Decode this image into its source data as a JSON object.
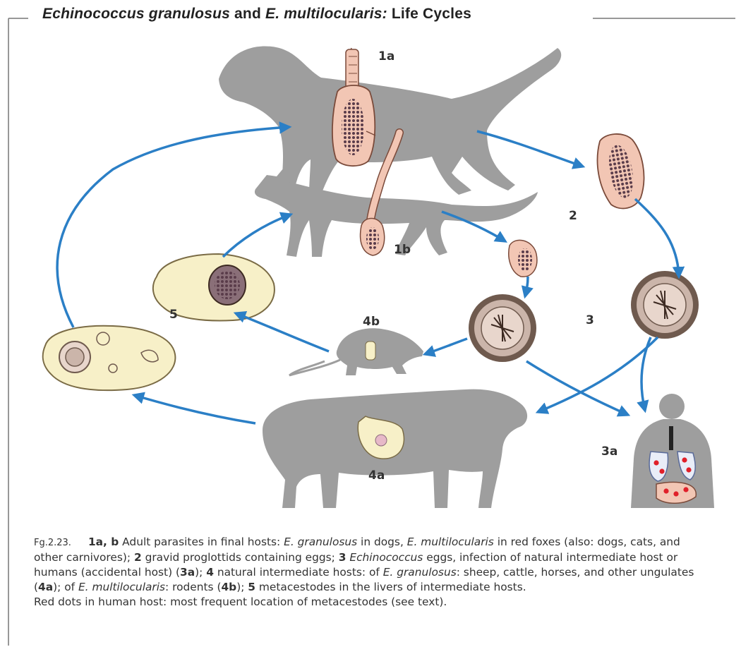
{
  "title": {
    "species_1": "Echinococcus granulosus",
    "connector": " and ",
    "species_2": "E. multilocularis:",
    "suffix": " Life Cycles"
  },
  "labels": {
    "l1a": "1a",
    "l1b": "1b",
    "l2": "2",
    "l3": "3",
    "l3a": "3a",
    "l4a": "4a",
    "l4b": "4b",
    "l5": "5"
  },
  "caption": {
    "fig_no": "Fg.2.23.",
    "p1_bold": "1a, b",
    "p1": " Adult parasites in final hosts: ",
    "p1_i1": "E. granulosus",
    "p1_b": " in dogs, ",
    "p1_i2": "E. multilocularis",
    "p2": " in red foxes (also: dogs, cats, and other carnivores); ",
    "p2_bold": "2",
    "p3": " gravid proglottids containing eggs; ",
    "p3_bold": "3",
    "p3_i": " Echinococcus",
    "p4": " eggs, infection of natural intermediate host or humans (accidental host) (",
    "p4_bold": "3a",
    "p5": "); ",
    "p5_bold": "4",
    "p6": " natural intermediate hosts: of ",
    "p6_i": "E. granulosus",
    "p7": ": sheep, cattle, horses, and other ungulates (",
    "p7_bold": "4a",
    "p8": "); of ",
    "p8_i": "E. multilocularis",
    "p9": ": rodents (",
    "p9_bold": "4b",
    "p10": "); ",
    "p10_bold": "5",
    "p11": " metacestodes in the livers of intermediate hosts.",
    "line2": "Red dots in human host: most frequent location of metacestodes (see text)."
  },
  "colors": {
    "silhouette": "#9e9e9e",
    "arrow": "#2b7fc6",
    "proglottid": "#f2c6b4",
    "proglottid_edge": "#7a4a3a",
    "liver": "#f7f0c8",
    "egg_outer": "#6f5a4e",
    "red_dot": "#e0202a"
  }
}
